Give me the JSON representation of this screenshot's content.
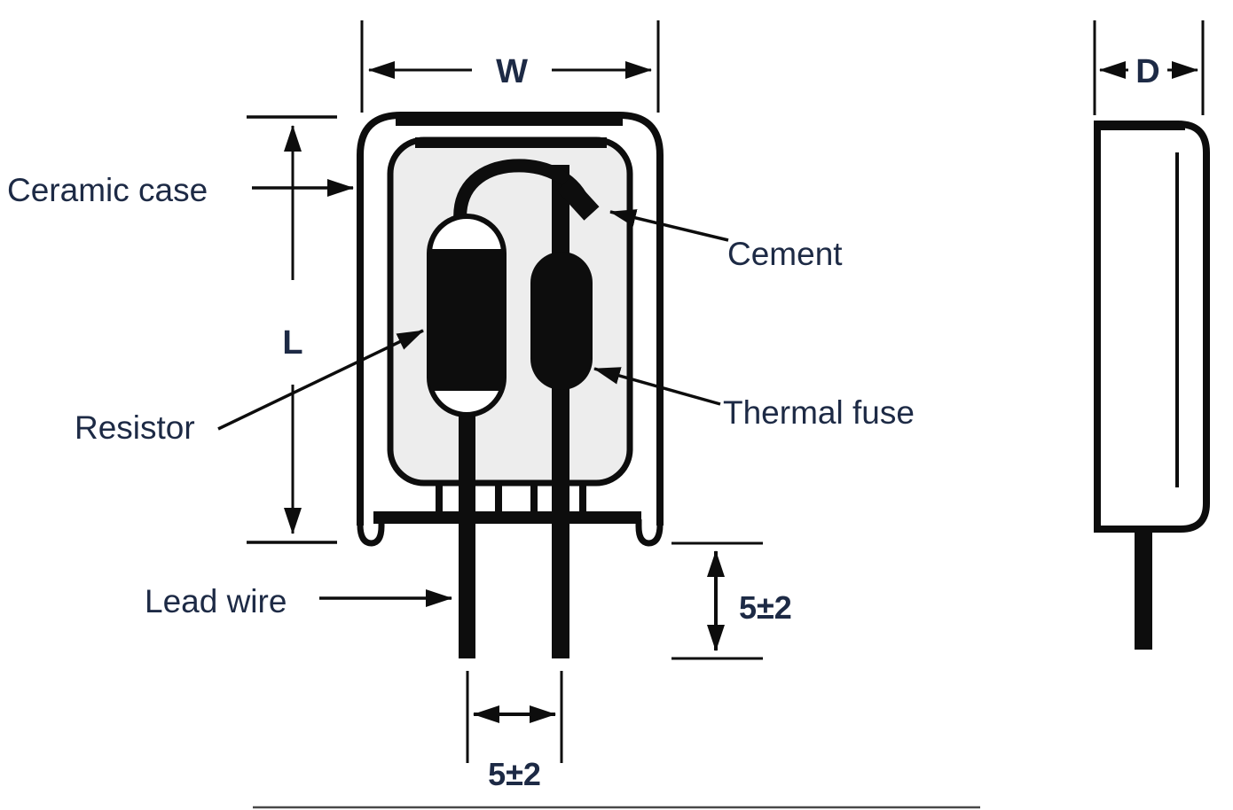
{
  "diagram": {
    "labels": {
      "ceramic_case": "Ceramic case",
      "cement": "Cement",
      "resistor": "Resistor",
      "thermal_fuse": "Thermal fuse",
      "lead_wire": "Lead wire"
    },
    "dimensions": {
      "case_width": "W",
      "case_length": "L",
      "case_depth": "D",
      "lead_standoff": "5±2",
      "lead_spacing": "5±2"
    },
    "colors": {
      "ink": "#0d0d0d",
      "label_text": "#1d2a45",
      "inner_fill": "#ededed",
      "background": "#ffffff"
    }
  }
}
